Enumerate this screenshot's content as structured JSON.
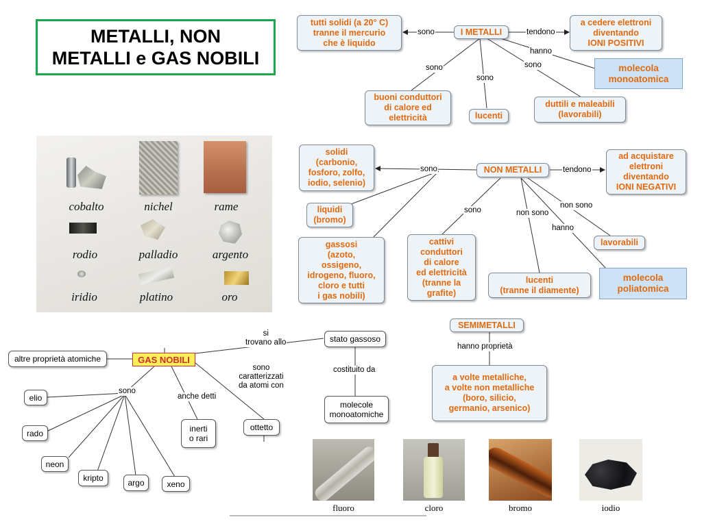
{
  "title": {
    "line1": "METALLI, NON",
    "line2": "METALLI e GAS NOBILI"
  },
  "metalli": {
    "root": "I METALLI",
    "stato": "tutti solidi (a 20° C)\ntranne il mercurio\nche è liquido",
    "ioni": "a cedere elettroni\ndiventando\nIONI POSITIVI",
    "molecola": "molecola\nmonoatomica",
    "conduttori": "buoni conduttori\ndi calore ed\nelettricità",
    "lucenti": "lucenti",
    "duttili": "duttili e maleabili\n(lavorabili)",
    "l_sono_left": "sono",
    "l_tendono": "tendono",
    "l_hanno": "hanno",
    "l_sono_a": "sono",
    "l_sono_b": "sono",
    "l_sono_c": "sono"
  },
  "nonmetalli": {
    "root": "NON METALLI",
    "solidi": "solidi\n(carbonio,\nfosforo, zolfo,\niodio, selenio)",
    "ioni": "ad acquistare\nelettroni\ndiventando\nIONI NEGATIVI",
    "liquidi": "liquidi\n(bromo)",
    "gassosi": "gassosi\n(azoto,\nossigeno,\nidrogeno, fluoro,\ncloro e tutti\ni gas nobili)",
    "cattivi": "cattivi\nconduttori\ndi calore\ned elettricità\n(tranne la\ngrafite)",
    "lucenti": "lucenti\n(tranne il diamente)",
    "lavorabili": "lavorabili",
    "molecola": "molecola\npoliatomica",
    "l_sono_left": "sono",
    "l_tendono": "tendono",
    "l_sono_mid": "sono",
    "l_non_sono_a": "non sono",
    "l_non_sono_b": "non sono",
    "l_hanno": "hanno"
  },
  "gas": {
    "root": "GAS NOBILI",
    "altre": "altre proprietà atomiche",
    "stato": "stato gassoso",
    "molecole": "molecole\nmonoatomiche",
    "inerti": "inerti\no rari",
    "ottetto": "ottetto",
    "elements": [
      "elio",
      "rado",
      "neon",
      "kripto",
      "argo",
      "xeno"
    ],
    "l_si_trovano": "si\ntrovano allo",
    "l_costituito": "costituito da",
    "l_caratterizzati": "sono\ncaratterizzati\nda atomi con",
    "l_sono": "sono",
    "l_anche": "anche detti"
  },
  "semimetalli": {
    "root": "SEMIMETALLI",
    "l_hanno": "hanno proprietà",
    "desc": "a volte metalliche,\na volte non metalliche\n(boro, silicio,\ngermanio, arsenico)"
  },
  "metal_photo": {
    "names": [
      "cobalto",
      "nichel",
      "rame",
      "rodio",
      "palladio",
      "argento",
      "iridio",
      "platino",
      "oro"
    ]
  },
  "nonmetal_photos": {
    "captions": [
      "fluoro",
      "cloro",
      "bromo",
      "iodio"
    ]
  }
}
